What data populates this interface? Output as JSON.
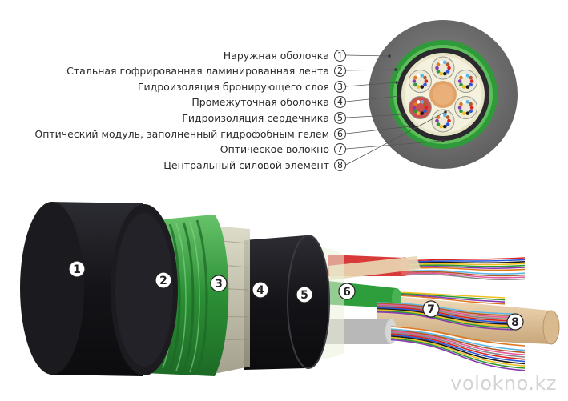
{
  "legend": {
    "items": [
      {
        "number": "1",
        "label": "Наружная оболочка"
      },
      {
        "number": "2",
        "label": "Стальная гофрированная ламинированная лента"
      },
      {
        "number": "3",
        "label": "Гидроизоляция бронирующего слоя"
      },
      {
        "number": "4",
        "label": "Промежуточная оболочка"
      },
      {
        "number": "5",
        "label": "Гидроизоляция сердечника"
      },
      {
        "number": "6",
        "label": "Оптический модуль, заполненный гидрофобным гелем"
      },
      {
        "number": "7",
        "label": "Оптическое волокно"
      },
      {
        "number": "8",
        "label": "Центральный силовой элемент"
      }
    ]
  },
  "cable_badges": [
    "1",
    "2",
    "3",
    "4",
    "5",
    "6",
    "7",
    "8"
  ],
  "watermark": "volokno.kz",
  "colors": {
    "outer_sheath": "#6e6e6e",
    "armor_green": "#2f9a3a",
    "inner_sheath": "#1e1e22",
    "cable_black": "#17171b",
    "central_member": "#e5c9a2",
    "module_red": "#cf3232"
  }
}
